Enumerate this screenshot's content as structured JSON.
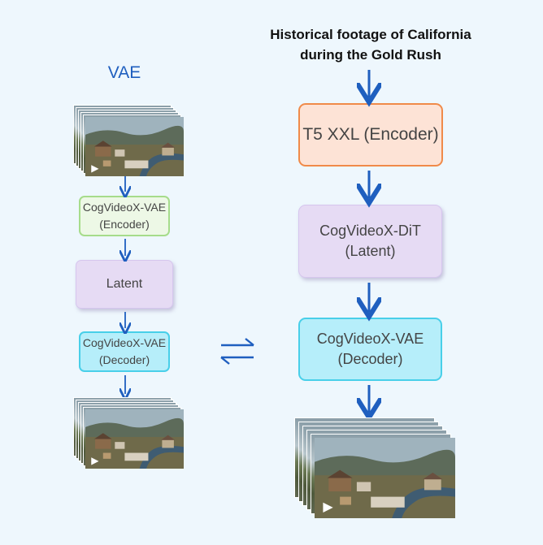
{
  "vae": {
    "title": "VAE"
  },
  "left_pipeline": {
    "encoder": {
      "line1": "CogVideoX-VAE",
      "line2": "(Encoder)"
    },
    "latent": {
      "label": "Latent"
    },
    "decoder": {
      "line1": "CogVideoX-VAE",
      "line2": "(Decoder)"
    }
  },
  "right_pipeline": {
    "prompt": {
      "line1": "Historical footage of California",
      "line2": "during the Gold Rush"
    },
    "t5": {
      "label": "T5 XXL (Encoder)"
    },
    "dit": {
      "line1": "CogVideoX-DiT",
      "line2": "(Latent)"
    },
    "decoder": {
      "line1": "CogVideoX-VAE",
      "line2": "(Decoder)"
    }
  },
  "colors": {
    "arrow": "#1f5fbf",
    "background": "#eef7fd",
    "encoder_box": "#edf8e6",
    "latent_box": "#e6dbf4",
    "decoder_box": "#b6eefa",
    "t5_box": "#fde3d6"
  },
  "icons": [
    "play-icon",
    "swap-arrows-icon",
    "down-arrow-icon"
  ]
}
